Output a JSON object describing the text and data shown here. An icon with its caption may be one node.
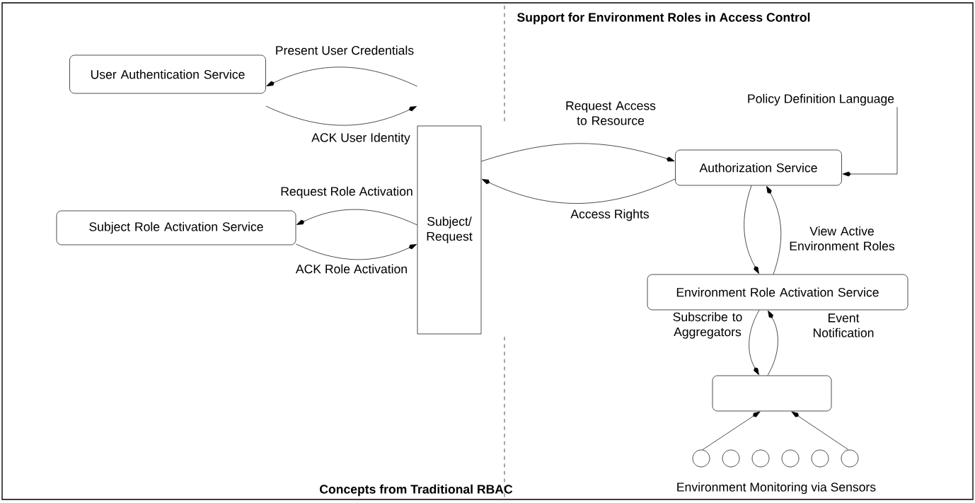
{
  "diagram": {
    "nodes": [
      {
        "text": [
          "User Authentication Service"
        ]
      },
      {
        "text": [
          "Subject Role Activation Service"
        ]
      },
      {
        "text": [
          "Subject/ Request"
        ]
      },
      {
        "text": [
          "Authorization Service"
        ]
      },
      {
        "text": [
          "Environment Role Activation Service"
        ]
      },
      {
        "text": [],
        "shape": "box"
      },
      {
        "text": [],
        "shape": "circle"
      },
      {
        "text": [],
        "shape": "circle"
      },
      {
        "text": [],
        "shape": "circle"
      },
      {
        "text": [],
        "shape": "circle"
      },
      {
        "text": [],
        "shape": "circle"
      },
      {
        "text": [],
        "shape": "circle"
      },
      {
        "text": [
          "Policy Definition Language"
        ]
      }
    ],
    "edges": [
      {
        "from": 2,
        "to": 0,
        "arrow": "to",
        "label": "Present User Credentials"
      },
      {
        "from": 0,
        "to": 2,
        "arrow": "to",
        "label": "ACK User Identity"
      },
      {
        "from": 2,
        "to": 1,
        "arrow": "to",
        "label": "Request Role Activation"
      },
      {
        "from": 1,
        "to": 2,
        "arrow": "to",
        "label": "ACK Role Activation"
      },
      {
        "from": 2,
        "to": 3,
        "arrow": "to",
        "label": "Request Access to Resource"
      },
      {
        "from": 3,
        "to": 2,
        "arrow": "to",
        "label": "Access Rights"
      },
      {
        "from": 3,
        "to": 4,
        "arrow": "to"
      },
      {
        "from": 4,
        "to": 3,
        "arrow": "to",
        "label": "View Active Environment Roles"
      },
      {
        "from": 4,
        "to": 5,
        "arrow": "to",
        "label": "Subscribe to Aggregators"
      },
      {
        "from": 5,
        "to": 4,
        "arrow": "to",
        "label": "Event Notification"
      },
      {
        "from": 6,
        "to": 5,
        "arrow": "to"
      },
      {
        "from": 11,
        "to": 5,
        "arrow": "to"
      },
      {
        "from": 12,
        "to": 3,
        "arrow": "to"
      }
    ],
    "labels": [
      "Support for Environment Roles in Access Control",
      "Concepts from Traditional RBAC",
      "Environment Monitoring via Sensors"
    ]
  }
}
